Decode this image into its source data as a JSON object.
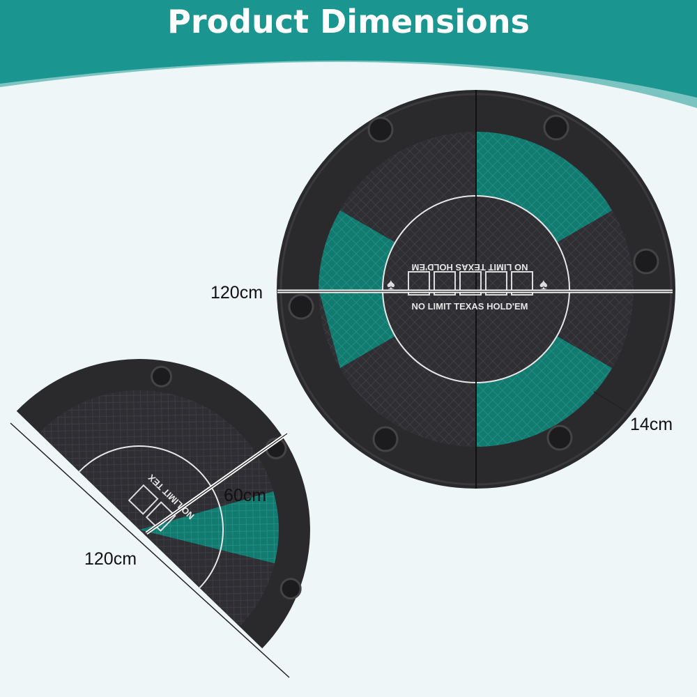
{
  "header": {
    "title": "Product Dimensions"
  },
  "colors": {
    "banner": "#1a9590",
    "banner_light": "#7cc4c1",
    "background": "#eef6f7",
    "rail": "#2a2a2c",
    "felt_dark": "#2f2e33",
    "felt_green": "#137a70"
  },
  "round_table": {
    "print_top": "NO LIMIT TEXAS HOLD'EM",
    "print_bottom": "NO LIMIT TEXAS HOLD'EM",
    "diameter_label": "120cm",
    "rail_width_label": "14cm"
  },
  "half_table": {
    "print": "NO LIMIT TEX",
    "length_label": "120cm",
    "depth_label": "60cm"
  }
}
